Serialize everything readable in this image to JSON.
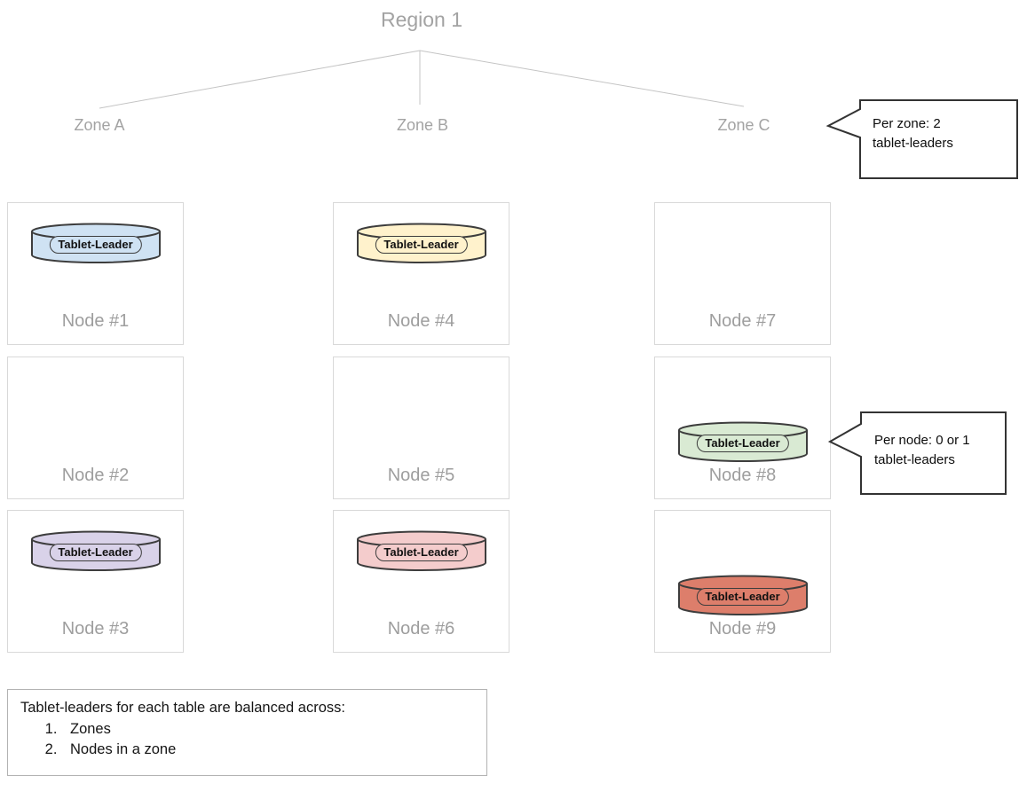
{
  "title": "Region 1",
  "zones": [
    {
      "label": "Zone A"
    },
    {
      "label": "Zone B"
    },
    {
      "label": "Zone C"
    }
  ],
  "tablet_leader_label": "Tablet-Leader",
  "colors": {
    "blue": "#cfe2f3",
    "yellow": "#fff2cc",
    "purple": "#d9d2e9",
    "pink": "#f4cccc",
    "green": "#d9ead3",
    "salmon": "#dd7e6b"
  },
  "nodes": [
    {
      "label": "Node #1",
      "zone": "Zone A",
      "tablet_leader": "blue"
    },
    {
      "label": "Node #2",
      "zone": "Zone A",
      "tablet_leader": null
    },
    {
      "label": "Node #3",
      "zone": "Zone A",
      "tablet_leader": "purple"
    },
    {
      "label": "Node #4",
      "zone": "Zone B",
      "tablet_leader": "yellow"
    },
    {
      "label": "Node #5",
      "zone": "Zone B",
      "tablet_leader": null
    },
    {
      "label": "Node #6",
      "zone": "Zone B",
      "tablet_leader": "pink"
    },
    {
      "label": "Node #7",
      "zone": "Zone C",
      "tablet_leader": null
    },
    {
      "label": "Node #8",
      "zone": "Zone C",
      "tablet_leader": "green"
    },
    {
      "label": "Node #9",
      "zone": "Zone C",
      "tablet_leader": "salmon"
    }
  ],
  "callouts": {
    "per_zone": "Per zone: 2 tablet-leaders",
    "per_node": "Per node: 0 or 1 tablet-leaders"
  },
  "bottom_note": {
    "heading": "Tablet-leaders for each table are balanced across:",
    "items": [
      "Zones",
      "Nodes in a zone"
    ]
  }
}
